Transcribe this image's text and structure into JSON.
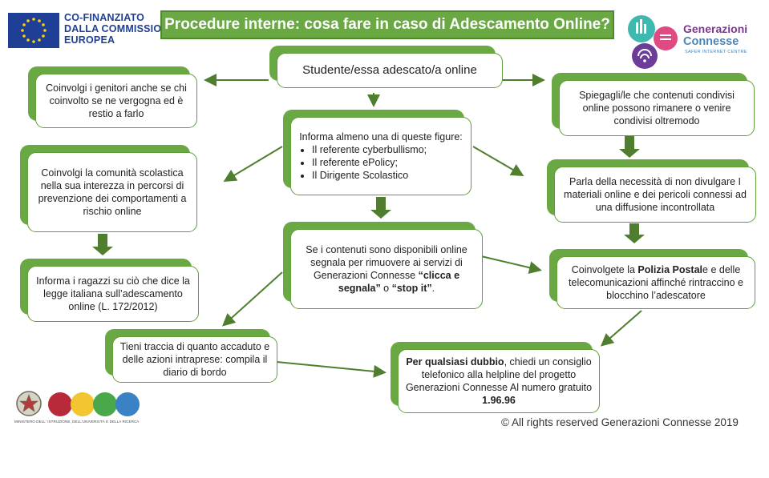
{
  "header": {
    "eu_line1": "CO-FINANZIATO",
    "eu_line2": "DALLA COMMISSIONE",
    "eu_line3": "EUROPEA",
    "title": "Procedure interne: cosa fare in caso di Adescamento Online?",
    "gc_line1": "Generazioni",
    "gc_line2": "Connesse",
    "gc_line3": "SAFER INTERNET CENTRE"
  },
  "boxes": {
    "center_top": "Studente/essa adescato/a online",
    "left_1": "Coinvolgi i genitori anche se chi coinvolto se ne vergogna ed è restio a farlo",
    "right_1": "Spiegagli/le che contenuti condivisi online possono rimanere o venire condivisi oltremodo",
    "center_2_lead": "Informa almeno una di queste figure:",
    "center_2_items": [
      "Il referente cyberbullismo;",
      "Il referente ePolicy;",
      "Il Dirigente Scolastico"
    ],
    "left_2": "Coinvolgi la comunità scolastica nella sua interezza in percorsi di prevenzione dei comportamenti a rischio online",
    "right_2": "Parla della necessità di non divulgare I materiali online e dei pericoli connessi ad una diffusione incontrollata",
    "center_3_a": "Se i contenuti sono disponibili online segnala per rimuovere ai servizi di  Generazioni Connesse ",
    "center_3_b": "“clicca e segnala”",
    "center_3_c": " o ",
    "center_3_d": "“stop it”",
    "center_3_e": ".",
    "left_3": "Informa i ragazzi su ciò che dice la legge italiana sull’adescamento online (L. 172/2012)",
    "right_3_a": "Coinvolgete la ",
    "right_3_b": "Polizia Postal",
    "right_3_c": "e e delle telecomunicazioni affinché rintraccino e blocchino l’adescatore",
    "left_4": "Tieni traccia di quanto accaduto e delle azioni intraprese: compila il diario di bordo",
    "right_4_a": "Per qualsiasi dubbio",
    "right_4_b": ", chiedi un consiglio telefonico alla helpline  del progetto Generazioni Connesse Al numero gratuito ",
    "right_4_c": "1.96.96"
  },
  "footer": {
    "copyright": "© All rights reserved Generazioni Connesse  2019",
    "miur_logo": "MIUR",
    "miur_caption": "MINISTERO DELL' ISTRUZIONE, DELL'UNIVERSITÀ E DELLA RICERCA"
  },
  "colors": {
    "green": "#6aa843",
    "arrow_green": "#4f7f2e",
    "eu_blue": "#1f3f96",
    "gc_purple": "#7a3a8c",
    "gc_blue": "#4b84b8"
  },
  "icons": [
    "eu-flag-icon",
    "generazioni-connesse-logo-icon",
    "italian-emblem-icon",
    "miur-logo-icon"
  ]
}
